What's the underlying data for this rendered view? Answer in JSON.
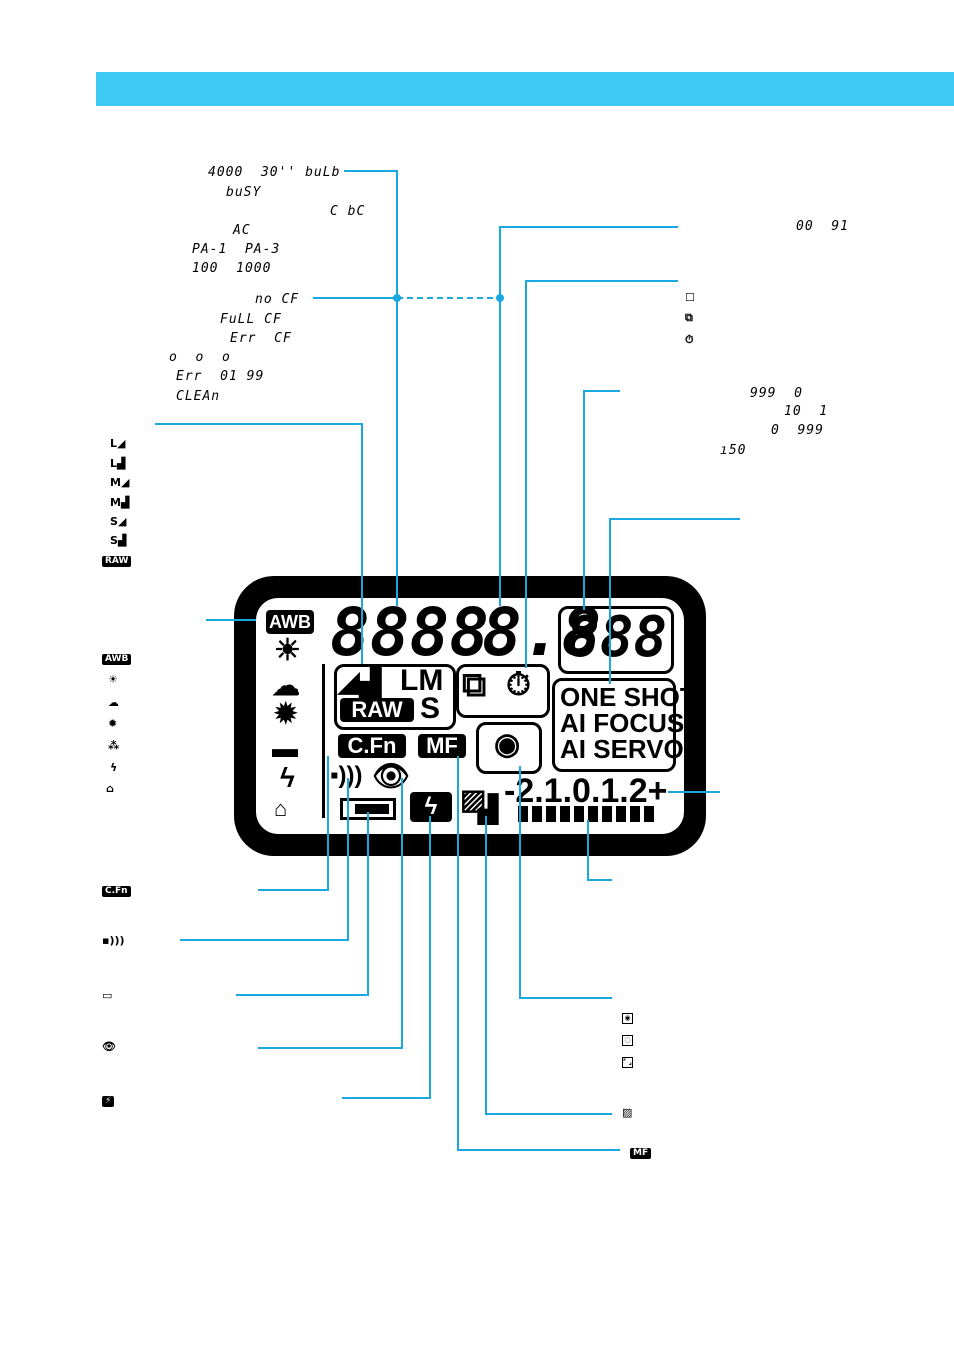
{
  "left_top_segments": [
    "4000  30'' buLb",
    "buSY",
    "C bC",
    "AC",
    "PA-1  PA-3",
    "100  1000",
    "no CF",
    "FuLL CF",
    "Err  CF",
    "o  o  o",
    "Err  01 99",
    "CLEAn"
  ],
  "quality_icons": [
    "L",
    "L",
    "M",
    "M",
    "S",
    "S",
    "RAW"
  ],
  "wb_legend": [
    "AWB",
    "☀",
    "☁",
    "✹",
    "⁂",
    "ϟ",
    "⌂"
  ],
  "right_segments": {
    "exposure_values": "00  91",
    "drive_icons": [
      "☐",
      "⧉",
      "⏱"
    ],
    "frame_counter": [
      "999  0",
      "10  1",
      "0  999",
      "ı50"
    ]
  },
  "bottom_left_icons": [
    "C.Fn",
    "▪)))",
    "▭",
    "👁",
    "⚡"
  ],
  "bottom_right_icons": {
    "metering": [
      "◉",
      "◌",
      "⌜ ⌟"
    ],
    "fe_lock": "▨",
    "mf": "MF"
  },
  "lcd": {
    "awb": "AWB",
    "main_digits": "8888",
    "aperture": "8.8",
    "counter": "888",
    "quality_letters": "LM",
    "raw": "RAW",
    "s": "S",
    "af_modes": [
      "ONE SHOT",
      "AI FOCUS",
      "AI SERVO"
    ],
    "cfn": "C.Fn",
    "mf": "MF",
    "scale": "-2.1.0.1.2+"
  },
  "colors": {
    "banner": "#3ec8f4",
    "callout": "#1aa8e0",
    "lcd_bg": "#000000"
  }
}
